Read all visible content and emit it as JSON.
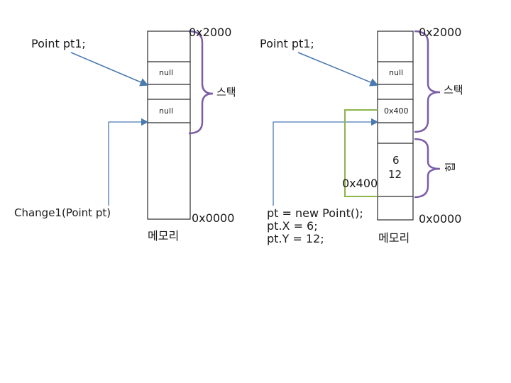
{
  "left": {
    "var_label": "Point  pt1;",
    "addr_top": "0x2000",
    "cell1": "null",
    "cell2": "null",
    "stack_label": "스택",
    "method_label": "Change1(Point  pt)",
    "addr_bottom": "0x0000",
    "memory_label": "메모리"
  },
  "right": {
    "var_label": "Point  pt1;",
    "addr_top": "0x2000",
    "cell1": "null",
    "cell2": "0x400",
    "stack_label": "스택",
    "heap_value_x": "6",
    "heap_value_y": "12",
    "heap_addr": "0x400",
    "heap_label": "힙",
    "addr_bottom": "0x0000",
    "memory_label": "메모리",
    "code_lines": [
      "pt  =  new  Point();",
      "pt.X  =  6;",
      "pt.Y  =  12;"
    ]
  },
  "colors": {
    "box_stroke": "#2b2b2b",
    "arrow_blue": "#4a7ab0",
    "brace_purple": "#7b5ea7",
    "green_link": "#8db54a"
  }
}
